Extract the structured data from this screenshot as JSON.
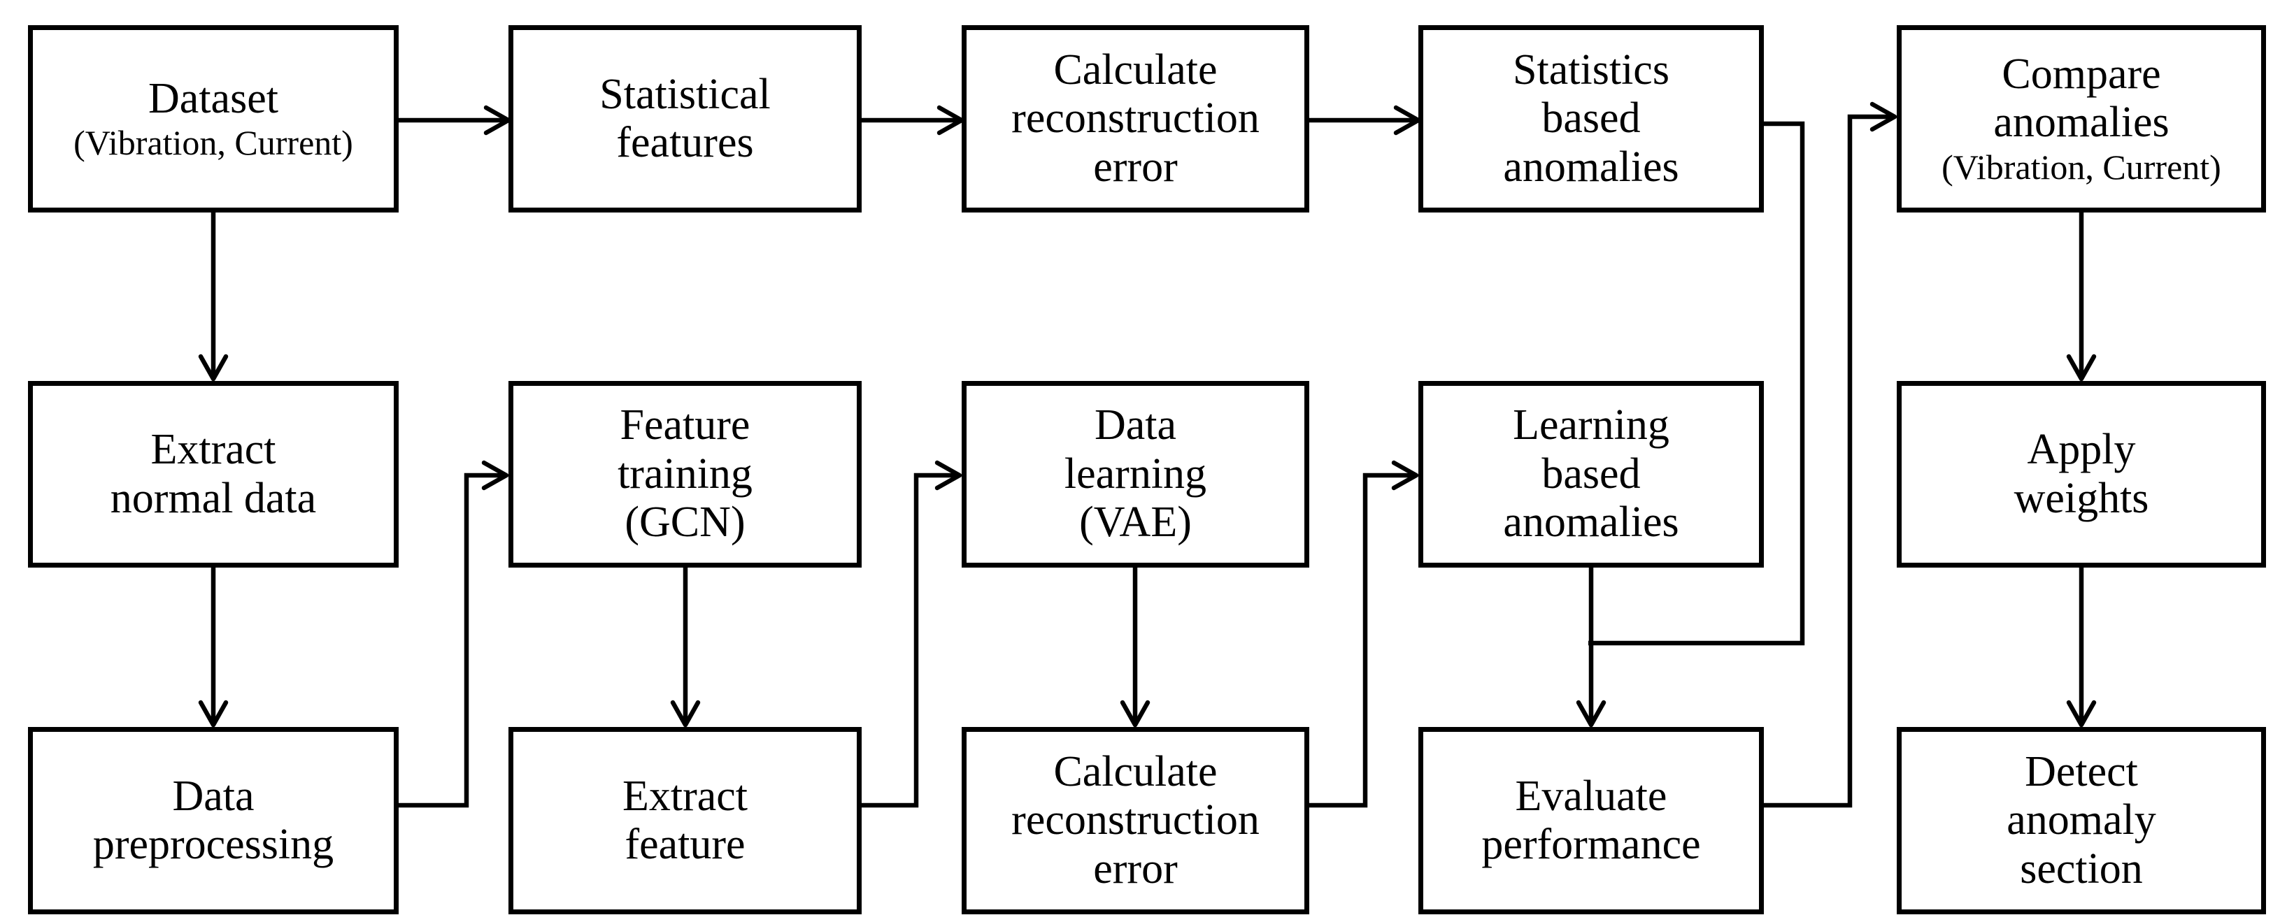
{
  "figure": {
    "type": "flowchart",
    "description": "Anomaly detection pipeline flow diagram"
  },
  "colors": {
    "ink": "#000000",
    "background": "#ffffff"
  },
  "nodes": {
    "dataset": {
      "lines": [
        "Dataset",
        "(Vibration, Current)"
      ]
    },
    "statistical_features": {
      "lines": [
        "Statistical",
        "features"
      ]
    },
    "calc_recon_error_top": {
      "lines": [
        "Calculate",
        "reconstruction",
        "error"
      ]
    },
    "statistics_based_anomalies": {
      "lines": [
        "Statistics",
        "based",
        "anomalies"
      ]
    },
    "compare_anomalies": {
      "lines": [
        "Compare",
        "anomalies",
        "(Vibration, Current)"
      ]
    },
    "extract_normal_data": {
      "lines": [
        "Extract",
        "normal data"
      ]
    },
    "feature_training": {
      "lines": [
        "Feature",
        "training",
        "(GCN)"
      ]
    },
    "data_learning": {
      "lines": [
        "Data",
        "learning",
        "(VAE)"
      ]
    },
    "learning_based_anomalies": {
      "lines": [
        "Learning",
        "based",
        "anomalies"
      ]
    },
    "apply_weights": {
      "lines": [
        "Apply",
        "weights"
      ]
    },
    "data_preprocessing": {
      "lines": [
        "Data",
        "preprocessing"
      ]
    },
    "extract_feature": {
      "lines": [
        "Extract",
        "feature"
      ]
    },
    "calc_recon_error_bottom": {
      "lines": [
        "Calculate",
        "reconstruction",
        "error"
      ]
    },
    "evaluate_performance": {
      "lines": [
        "Evaluate",
        "performance"
      ]
    },
    "detect_anomaly_section": {
      "lines": [
        "Detect",
        "anomaly",
        "section"
      ]
    }
  },
  "edges": [
    "Dataset -> Statistical features",
    "Statistical features -> Calculate reconstruction error",
    "Calculate reconstruction error -> Statistics based anomalies",
    "Statistics based anomalies -> Evaluate performance",
    "Learning based anomalies -> Evaluate performance",
    "Evaluate performance -> Compare anomalies",
    "Dataset -> Extract normal data",
    "Extract normal data -> Data preprocessing",
    "Data preprocessing -> Feature training (GCN)",
    "Feature training (GCN) -> Extract feature",
    "Extract feature -> Data learning (VAE)",
    "Data learning (VAE) -> Calculate reconstruction error (bottom)",
    "Calculate reconstruction error (bottom) -> Learning based anomalies",
    "Compare anomalies -> Apply weights",
    "Apply weights -> Detect anomaly section"
  ]
}
